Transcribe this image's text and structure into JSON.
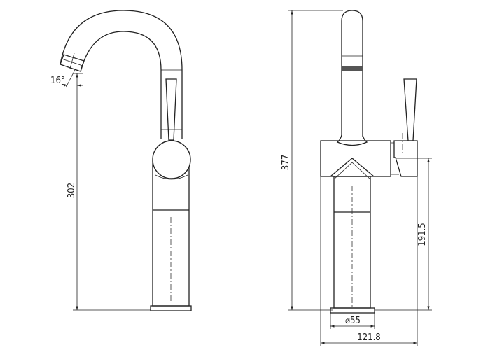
{
  "drawing": {
    "side_view": {
      "spout_angle_label": "16°",
      "height_label": "302"
    },
    "front_view": {
      "total_height_label": "377",
      "lever_height_label": "191.5",
      "base_diameter_label": "⌀55",
      "width_label": "121.8"
    },
    "line_color": "#222222"
  }
}
